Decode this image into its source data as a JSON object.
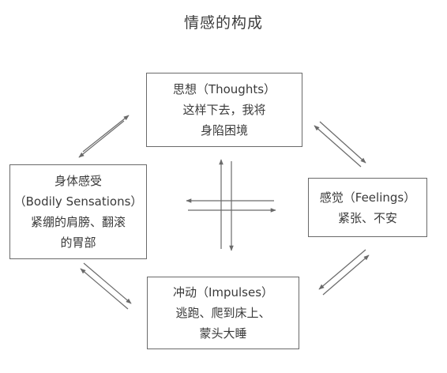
{
  "title": "情感的构成",
  "nodes": {
    "thoughts": {
      "line1": "思想（Thoughts）",
      "line2": "这样下去，我将",
      "line3": "身陷困境"
    },
    "bodily": {
      "line1": "身体感受",
      "line2": "（Bodily Sensations）",
      "line3": "紧绷的肩膀、翻滚",
      "line4": "的胃部"
    },
    "feelings": {
      "line1": "感觉（Feelings）",
      "line2": "紧张、不安"
    },
    "impulses": {
      "line1": "冲动（Impulses）",
      "line2": "逃跑、爬到床上、",
      "line3": "蒙头大睡"
    }
  },
  "colors": {
    "stroke": "#6a6a6a",
    "text": "#3a3a3a"
  }
}
